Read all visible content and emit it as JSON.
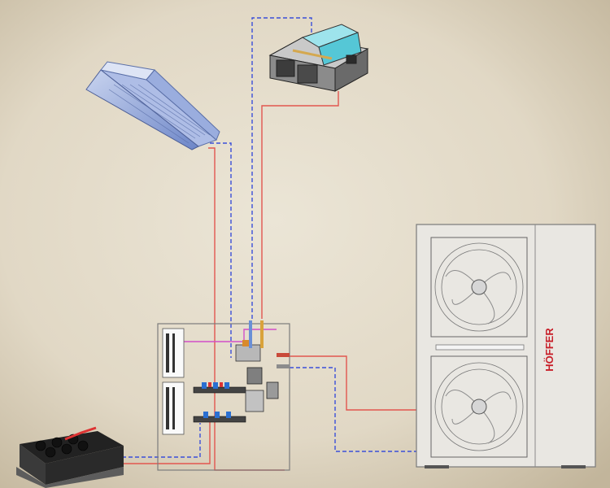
{
  "diagram": {
    "brand": "HÖFFER",
    "colors": {
      "background": "#e4dccb",
      "background_edge": "#b8ab92",
      "supply_line": "#e2564f",
      "return_line": "#3b4fd9",
      "aux_line": "#d24fc8",
      "brand": "#c8202a",
      "equipment_outline": "#8a8a8a",
      "cassette_blue": "#8fa6dc"
    },
    "components": [
      {
        "id": "air-handling-unit",
        "icon": "ventilation-unit-icon"
      },
      {
        "id": "ceiling-cassette",
        "icon": "ceiling-cassette-icon"
      },
      {
        "id": "hydraulic-module",
        "icon": "hydraulic-module-icon"
      },
      {
        "id": "outdoor-heat-pump",
        "icon": "heat-pump-icon"
      },
      {
        "id": "underfloor-heating",
        "icon": "underfloor-heating-icon"
      }
    ]
  }
}
